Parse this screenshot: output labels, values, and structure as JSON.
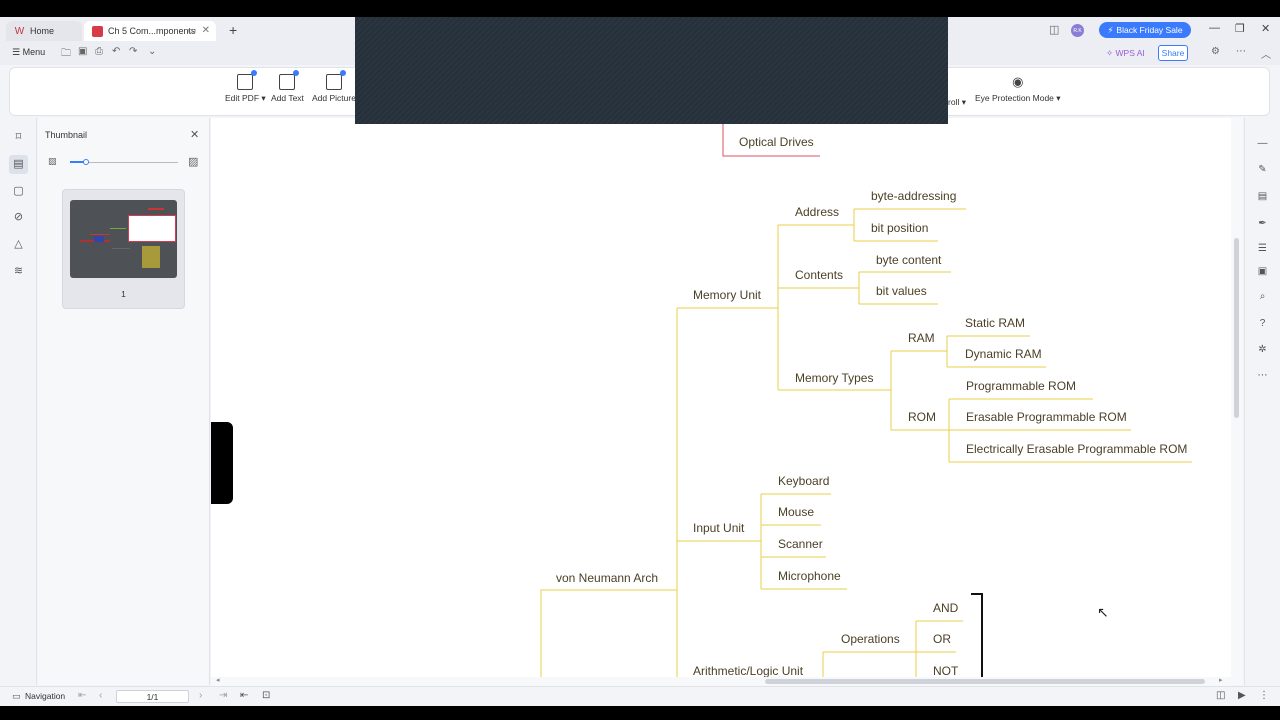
{
  "tabs": {
    "home_label": "Home",
    "doc_label": "Ch 5 Com...mponents"
  },
  "titlebar": {
    "black_friday_label": "Black Friday Sale",
    "avatar_initials": "R.K"
  },
  "menu": {
    "menu_label": "Menu",
    "wps_ai_label": "WPS AI",
    "share_label": "Share"
  },
  "toolbar": {
    "edit_pdf": "Edit PDF",
    "add_text": "Add Text",
    "add_picture": "Add Picture",
    "scroll_partial": "roll",
    "eye_protection": "Eye Protection Mode"
  },
  "thumbnail": {
    "title": "Thumbnail",
    "page_number": "1",
    "zoom_level": 0.15
  },
  "status": {
    "navigation_label": "Navigation",
    "page_value": "1/1"
  },
  "mindmap": {
    "optical_drives": "Optical Drives",
    "von_neumann": "von Neumann Arch",
    "memory_unit": "Memory Unit",
    "address": "Address",
    "byte_addressing": "byte-addressing",
    "bit_position": "bit position",
    "contents": "Contents",
    "byte_content": "byte content",
    "bit_values": "bit values",
    "memory_types": "Memory Types",
    "ram": "RAM",
    "static_ram": "Static RAM",
    "dynamic_ram": "Dynamic RAM",
    "rom": "ROM",
    "programmable_rom": "Programmable ROM",
    "erasable_programmable_rom": "Erasable Programmable ROM",
    "electrically_erasable_programmable_rom": "Electrically Erasable Programmable ROM",
    "input_unit": "Input Unit",
    "keyboard": "Keyboard",
    "mouse": "Mouse",
    "scanner": "Scanner",
    "microphone": "Microphone",
    "alu": "Arithmetic/Logic Unit",
    "operations": "Operations",
    "and": "AND",
    "or": "OR",
    "not": "NOT"
  },
  "colors": {
    "branch_yellow": "#e8cf4a",
    "branch_red": "#d8545e",
    "accent_blue": "#3a7bfd"
  }
}
